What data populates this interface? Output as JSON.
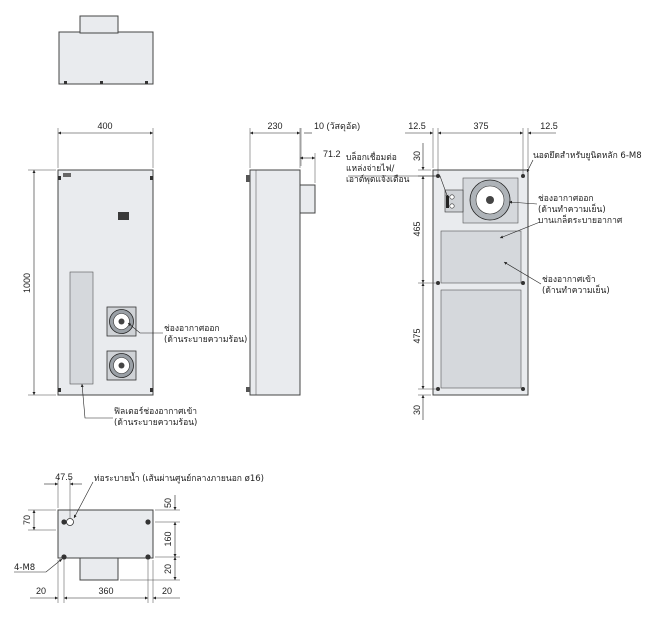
{
  "dimensions": {
    "front_width": "400",
    "front_height": "1000",
    "side_depth": "230",
    "side_protrusion": "10 (วัสดุอัด)",
    "side_connector": "71.2",
    "rear_left": "12.5",
    "rear_width": "375",
    "rear_right": "12.5",
    "rear_top": "30",
    "rear_upper": "465",
    "rear_lower": "475",
    "rear_bottom": "30",
    "bottom_offset": "47.5",
    "bottom_depth": "70",
    "bottom_right_top": "50",
    "bottom_right_mid": "160",
    "bottom_right_bot": "20",
    "bottom_left": "20",
    "bottom_width": "360",
    "bottom_right": "20"
  },
  "labels": {
    "front_outlet": [
      "ช่องอากาศออก",
      "(ด้านระบายความร้อน)"
    ],
    "front_filter": [
      "ฟิลเตอร์ช่องอากาศเข้า",
      "(ด้านระบายความร้อน)"
    ],
    "side_connector": [
      "บล็อกเชื่อมต่อ",
      "แหล่งจ่ายไฟ/",
      "เอาต์พุตแจ้งเตือน"
    ],
    "rear_nut": "นอตยึดสำหรับยูนิตหลัก 6-M8",
    "rear_outlet": [
      "ช่องอากาศออก",
      "(ด้านทำความเย็น)",
      "บานเกล็ดระบายอากาศ"
    ],
    "rear_inlet": [
      "ช่องอากาศเข้า",
      "(ด้านทำความเย็น)"
    ],
    "bottom_drain": "ท่อระบายน้ำ (เส้นผ่านศูนย์กลางภายนอก ø16)",
    "bottom_bolts": "4-M8"
  },
  "colors": {
    "body_fill": "#e9ebee",
    "outline": "#444444",
    "dimension_line": "#222222"
  }
}
